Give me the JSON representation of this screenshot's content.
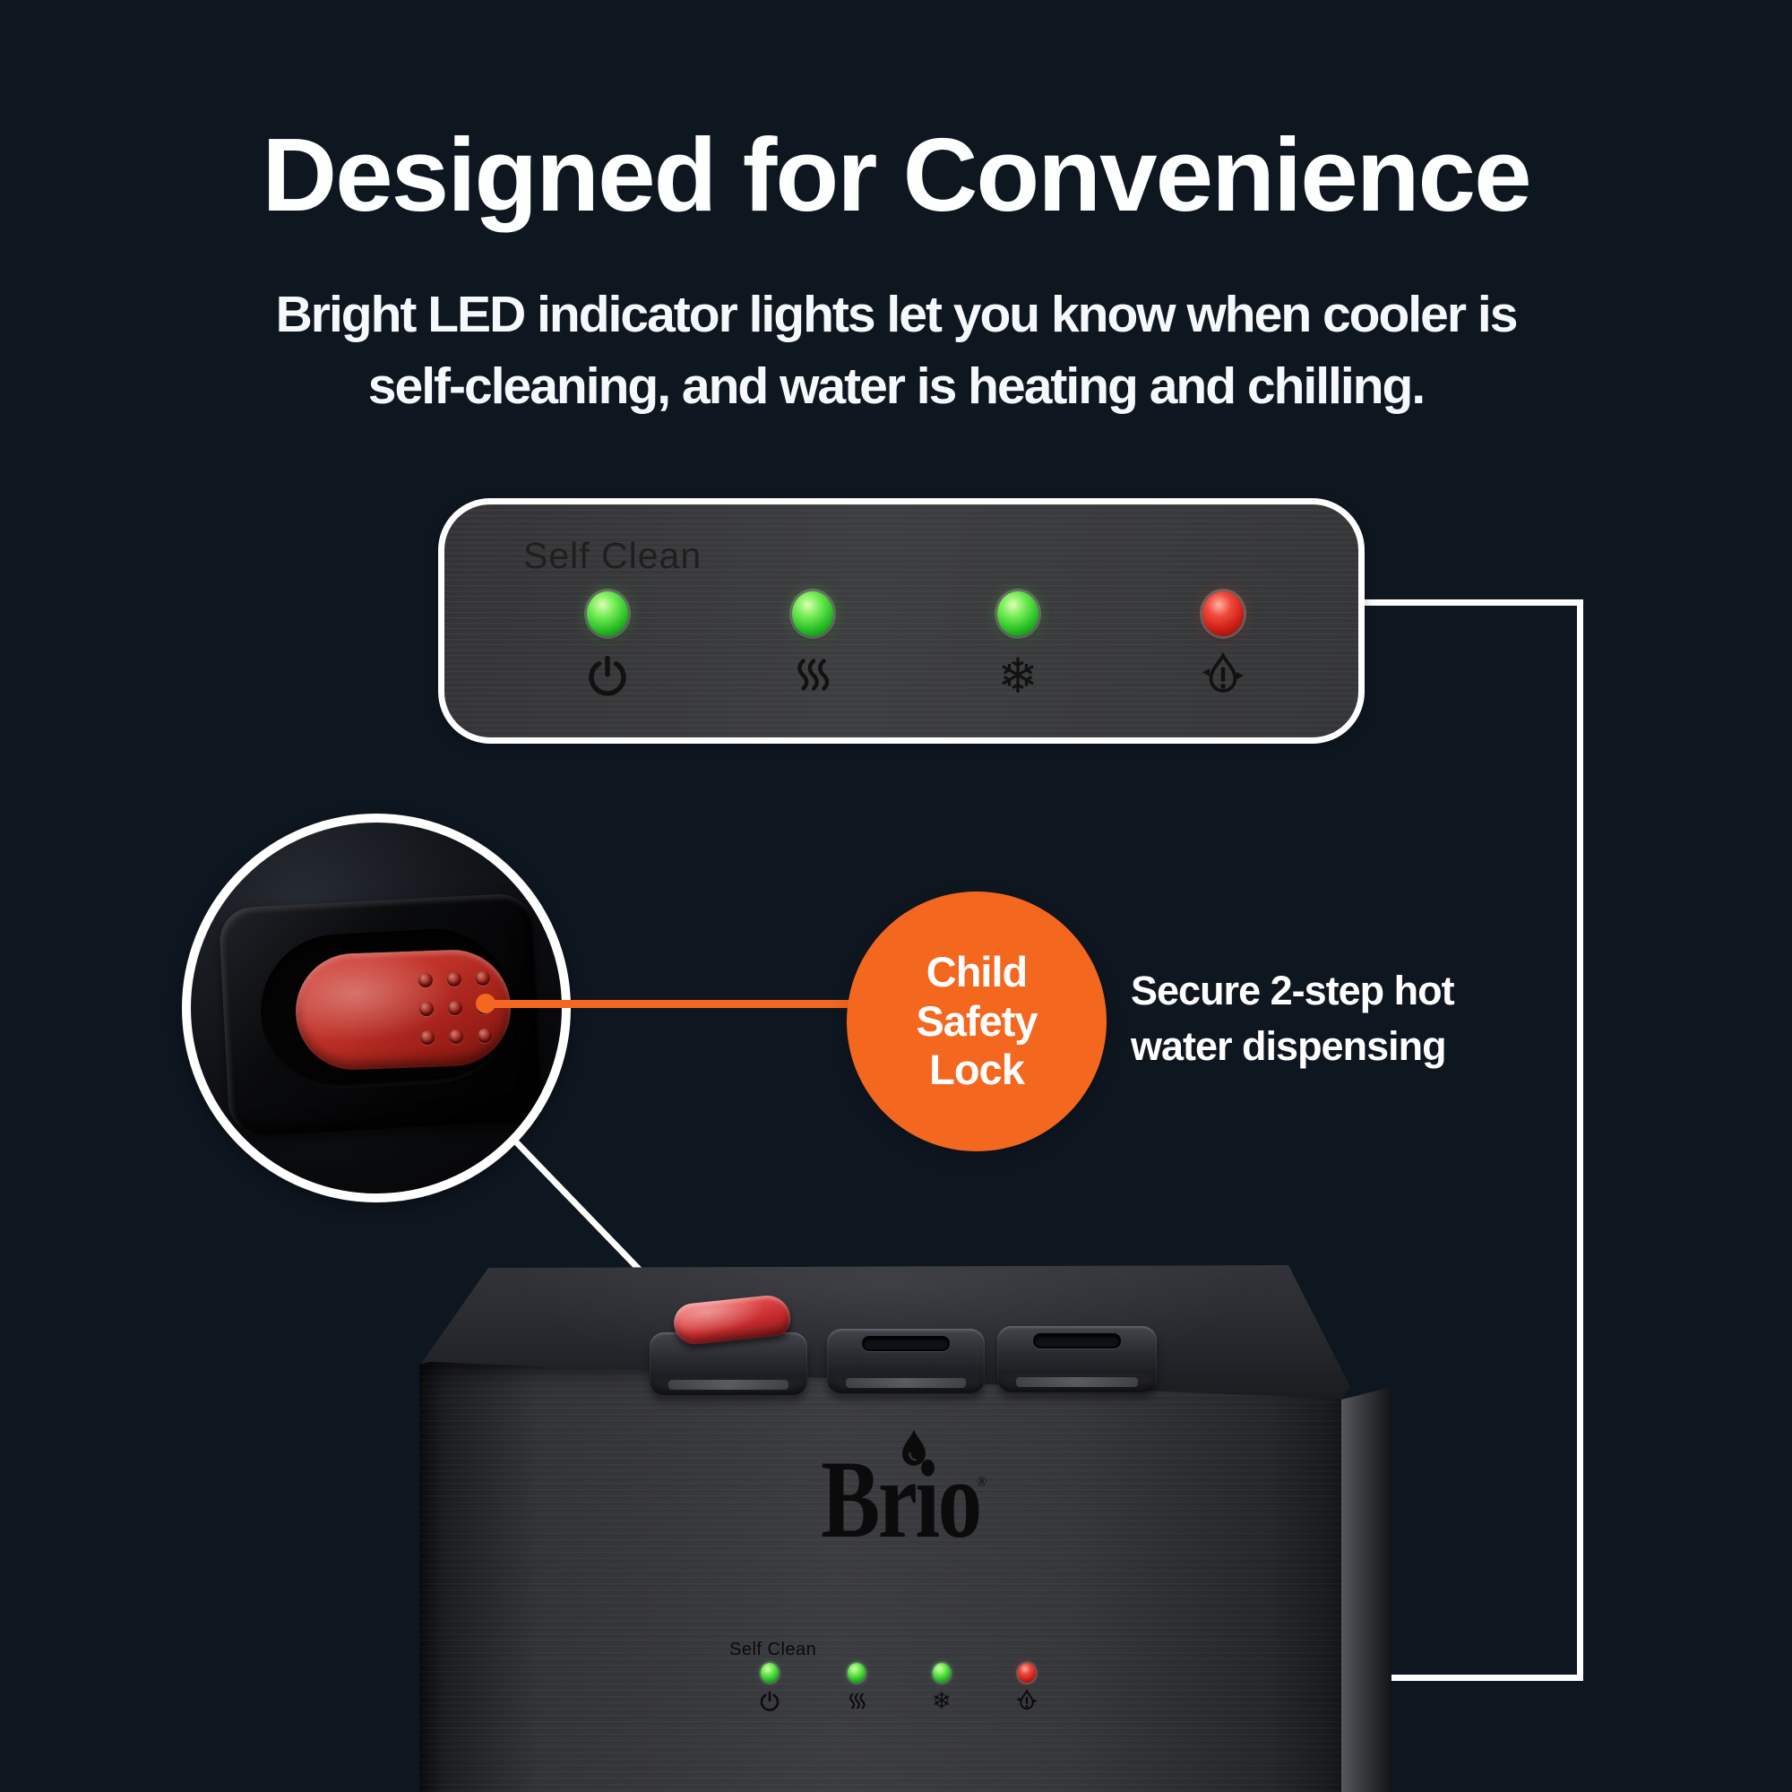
{
  "header": {
    "title": "Designed for Convenience",
    "subtitle_line1": "Bright LED indicator lights let you know when cooler is",
    "subtitle_line2": "self-cleaning, and water is heating and chilling."
  },
  "indicator_panel": {
    "label": "Self Clean",
    "leds": [
      {
        "icon": "power",
        "state": "on",
        "color": "green"
      },
      {
        "icon": "heating",
        "state": "on",
        "color": "green"
      },
      {
        "icon": "chilling",
        "state": "on",
        "color": "green"
      },
      {
        "icon": "hot-water-safety",
        "state": "on",
        "color": "red"
      }
    ]
  },
  "icons": {
    "chilling_glyph": "❄"
  },
  "callouts": {
    "child_safety_lock": "Child Safety Lock",
    "secure_line1": "Secure 2-step hot",
    "secure_line2": "water dispensing"
  },
  "cooler": {
    "brand": "Brio",
    "reg_mark": "®",
    "panel_label": "Self Clean",
    "features": [
      "child safety lock switch",
      "two dispense buttons",
      "LED status panel"
    ]
  },
  "colors": {
    "background_top": "#1c3a51",
    "background_bottom": "#aeb9c3",
    "accent_orange": "#f4671f",
    "led_green": "#2fc32a",
    "led_red": "#cc1f17",
    "connector_white": "#ffffff",
    "panel_gray": "#3a3b3d"
  }
}
